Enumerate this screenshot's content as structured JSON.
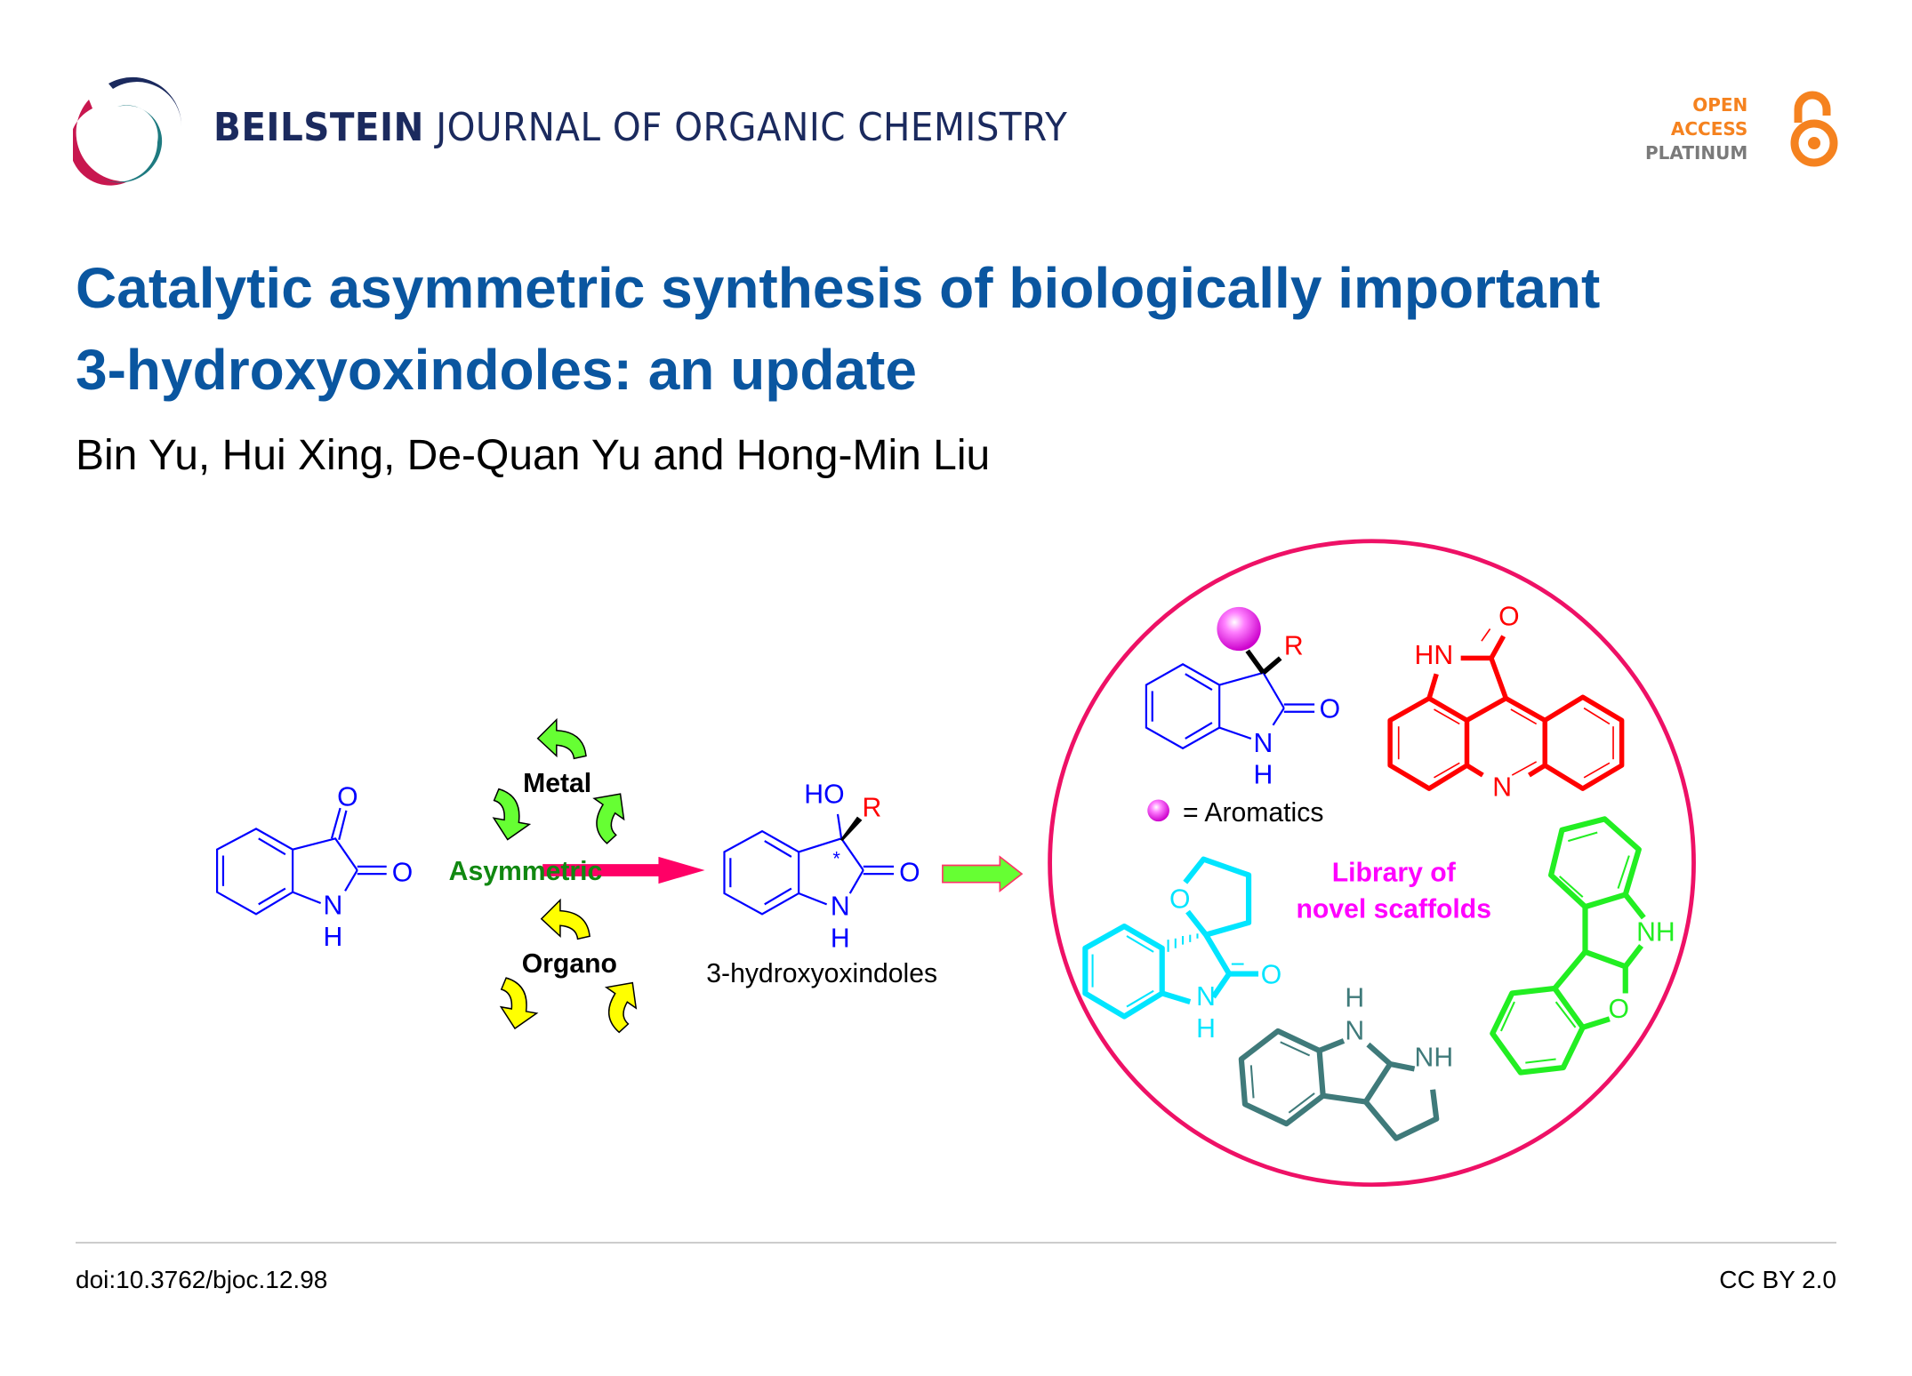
{
  "header": {
    "journal_bold": "BEILSTEIN",
    "journal_light": "JOURNAL OF ORGANIC CHEMISTRY",
    "oa_line1": "OPEN",
    "oa_line2": "ACCESS",
    "oa_line3": "PLATINUM"
  },
  "article": {
    "title_line1": "Catalytic asymmetric synthesis of biologically important",
    "title_line2": "3-hydroxyoxindoles: an update",
    "authors": "Bin Yu, Hui Xing, De-Quan Yu and Hong-Min Liu"
  },
  "graphic": {
    "atoms": {
      "O": "O",
      "N": "N",
      "H": "H",
      "HO": "HO",
      "R": "R",
      "HN": "HN",
      "NH": "NH",
      "star": "*"
    },
    "metal": "Metal",
    "organo": "Organo",
    "asymmetric": "Asymmetric",
    "product_caption": "3-hydroxyoxindoles",
    "legend": "= Aromatics",
    "library_line1": "Library of",
    "library_line2": "novel scaffolds",
    "colors": {
      "accent": "#e8175d",
      "blue": "#0000ff",
      "red": "#ff0000",
      "cyan": "#00e5ff",
      "teal": "#3f7a7a",
      "green": "#22ee22",
      "magenta": "#ff00ff",
      "title": "#0a56a0"
    }
  },
  "footer": {
    "doi": "doi:10.3762/bjoc.12.98",
    "license": "CC BY 2.0"
  }
}
